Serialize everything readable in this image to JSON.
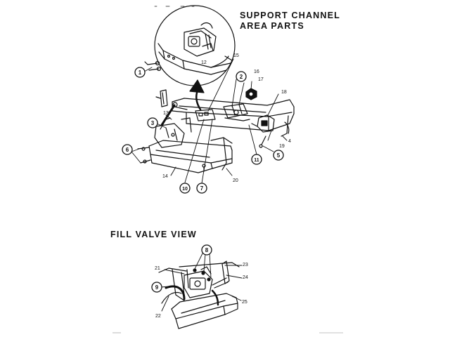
{
  "titles": {
    "support_line1": "SUPPORT CHANNEL",
    "support_line2": "AREA PARTS",
    "fill_valve": "FILL VALVE VIEW"
  },
  "support_channel": {
    "circled": [
      "1",
      "2",
      "3",
      "5",
      "6",
      "7",
      "10",
      "11"
    ],
    "plain": [
      "4",
      "12",
      "13",
      "14",
      "15",
      "16",
      "17",
      "18",
      "19",
      "20"
    ]
  },
  "fill_valve": {
    "circled": [
      "8",
      "9"
    ],
    "plain": [
      "21",
      "22",
      "23",
      "24",
      "25"
    ]
  }
}
